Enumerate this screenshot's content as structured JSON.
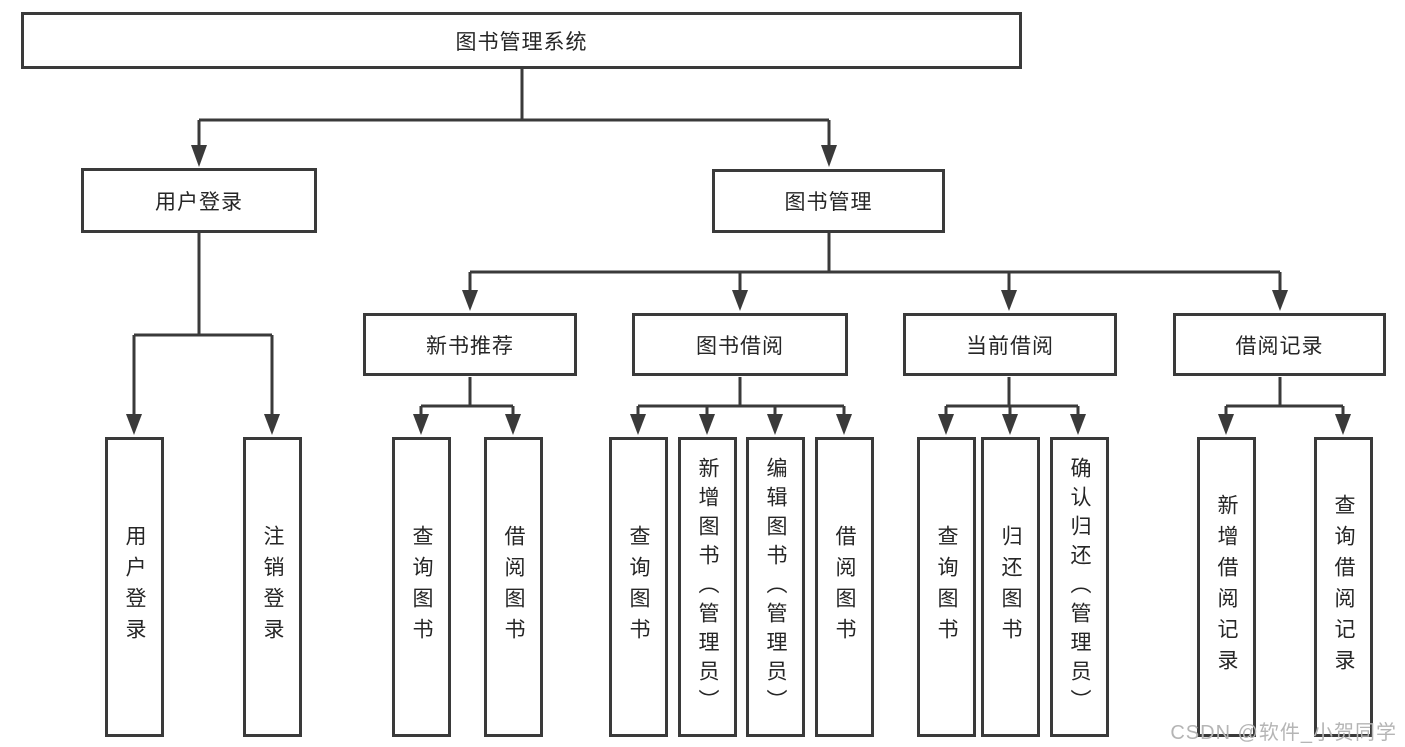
{
  "diagram_colors": {
    "line": "#3a3a3a",
    "box_border": "#3a3a3a",
    "box_fill": "#ffffff",
    "text": "#262626",
    "watermark": "#b5b5b5"
  },
  "tree": {
    "root": "图书管理系统",
    "branches": [
      {
        "label": "用户登录",
        "children": [
          "用户登录",
          "注销登录"
        ]
      },
      {
        "label": "图书管理",
        "sections": [
          {
            "label": "新书推荐",
            "children": [
              "查询图书",
              "借阅图书"
            ]
          },
          {
            "label": "图书借阅",
            "children": [
              "查询图书",
              "新增图书（管理员）",
              "编辑图书（管理员）",
              "借阅图书"
            ]
          },
          {
            "label": "当前借阅",
            "children": [
              "查询图书",
              "归还图书",
              "确认归还（管理员）"
            ]
          },
          {
            "label": "借阅记录",
            "children": [
              "新增借阅记录",
              "查询借阅记录"
            ]
          }
        ]
      }
    ]
  },
  "watermark": "CSDN @软件_小贺同学"
}
